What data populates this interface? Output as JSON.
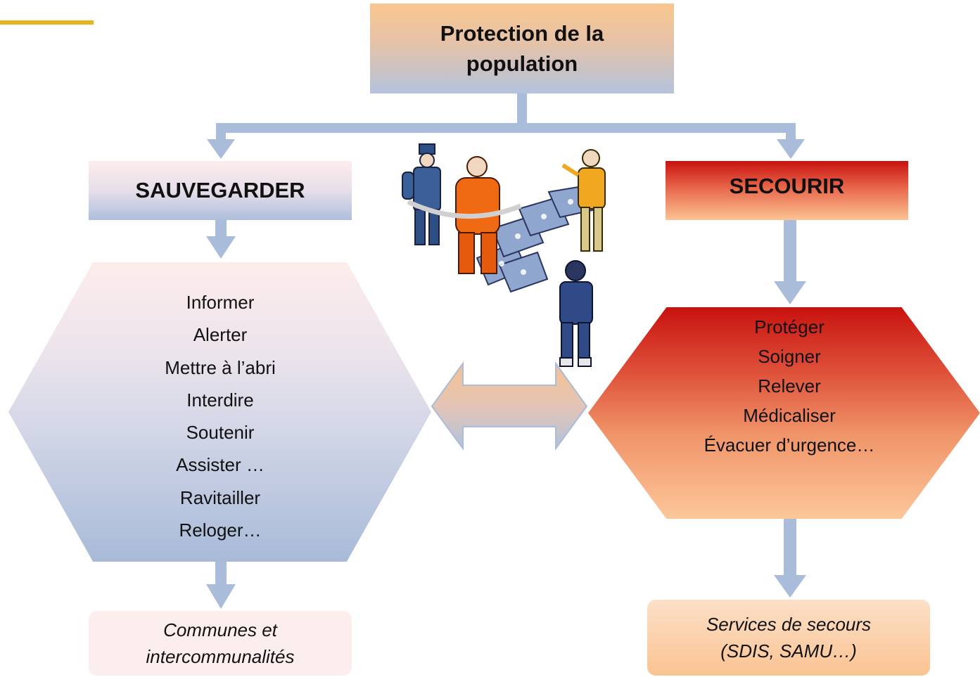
{
  "diagram": {
    "root": {
      "lines": [
        "Protection de la",
        "population"
      ]
    },
    "left_branch": {
      "title": "SAUVEGARDER",
      "actions": [
        "Informer",
        "Alerter",
        "Mettre à l’abri",
        "Interdire",
        "Soutenir",
        "Assister …",
        "Ravitailler",
        "Reloger…"
      ],
      "actor": {
        "lines": [
          "Communes et",
          "intercommunalités"
        ]
      }
    },
    "right_branch": {
      "title": "SECOURIR",
      "actions": [
        "Protéger",
        "Soigner",
        "Relever",
        "Médicaliser",
        "Évacuer  d’urgence…"
      ],
      "actor": {
        "lines": [
          "Services de secours",
          "(SDIS, SAMU…)"
        ]
      }
    },
    "colors": {
      "connector": "#a9bcd9",
      "accent": "#e8b21c",
      "secourir_red": "#c8120f",
      "peach": "#fbc393"
    },
    "illustration": "rescue-workers-illustration"
  }
}
